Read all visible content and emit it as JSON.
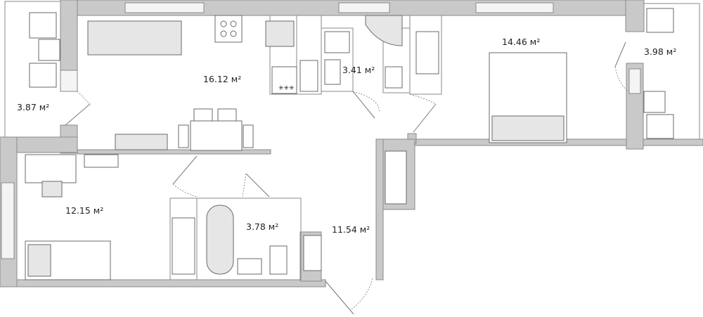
{
  "rooms": [
    {
      "id": "balcony-left",
      "area": "3.87 м²"
    },
    {
      "id": "kitchen-living",
      "area": "16.12 м²"
    },
    {
      "id": "bathroom-wc",
      "area": "3.41 м²"
    },
    {
      "id": "bedroom",
      "area": "14.46 м²"
    },
    {
      "id": "balcony-right",
      "area": "3.98 м²"
    },
    {
      "id": "bedroom-small",
      "area": "12.15 м²"
    },
    {
      "id": "bathroom",
      "area": "3.78 м²"
    },
    {
      "id": "hallway",
      "area": "11.54 м²"
    }
  ]
}
